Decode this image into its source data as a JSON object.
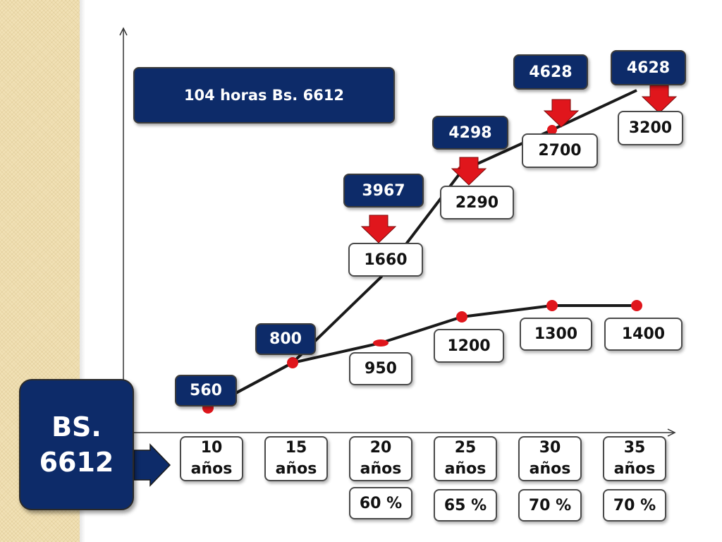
{
  "headline_box": "104 horas Bs. 6612",
  "side_box": {
    "line1": "BS.",
    "line2": "6612"
  },
  "chart_data": {
    "type": "line",
    "categories": [
      "10 años",
      "15 años",
      "20 años",
      "25 años",
      "30 años",
      "35 años"
    ],
    "category_labels": [
      [
        "10",
        "años"
      ],
      [
        "15",
        "años"
      ],
      [
        "20",
        "años"
      ],
      [
        "25",
        "años"
      ],
      [
        "30",
        "años"
      ],
      [
        "35",
        "años"
      ]
    ],
    "series": [
      {
        "values": [
          560,
          800,
          1660,
          2290,
          2700,
          3200
        ],
        "color": "#1a1a1a"
      },
      {
        "values": [
          560,
          800,
          950,
          1200,
          1300,
          1400
        ],
        "color": "#1a1a1a"
      }
    ],
    "upper_targets": [
      "",
      "",
      "3967",
      "4298",
      "4628",
      "4628"
    ],
    "lower_labels": [
      "560",
      "800",
      "950",
      "1200",
      "1300",
      "1400"
    ],
    "upper_labels": [
      "",
      "",
      "1660",
      "2290",
      "2700",
      "3200"
    ],
    "percent_labels": [
      "",
      "",
      "60 %",
      "65 %",
      "70 %",
      "70 %"
    ],
    "ylim": [
      0,
      4700
    ],
    "grid": false,
    "title": "",
    "xlabel": "",
    "ylabel": "",
    "colors": {
      "navy": "#0d2b69",
      "marker": "#e0161c",
      "arrow": "#e0161c",
      "line": "#1a1a1a"
    }
  }
}
